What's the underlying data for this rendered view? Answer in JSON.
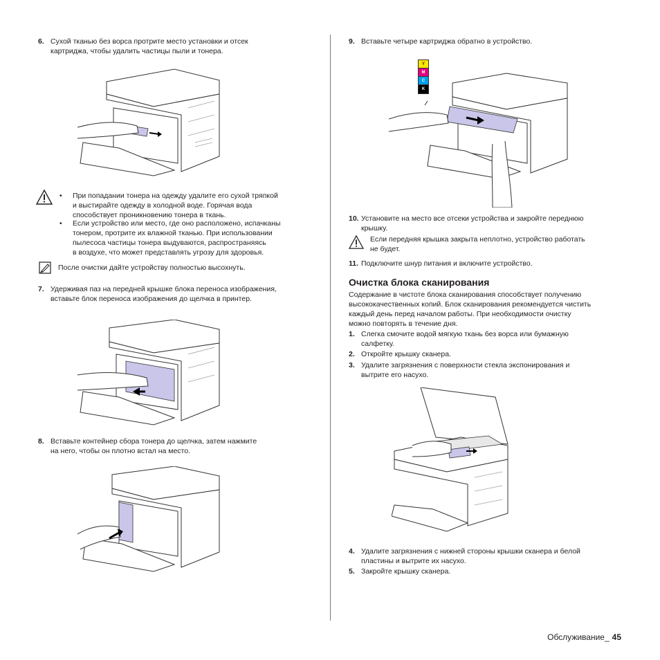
{
  "left": {
    "step6": {
      "num": "6.",
      "lines": [
        "Сухой тканью без ворса протрите место установки и отсек",
        "картриджа, чтобы удалить частицы пыли и тонера."
      ]
    },
    "warning": {
      "bullets": [
        [
          "При попадании тонера на одежду удалите его сухой тряпкой",
          "и выстирайте одежду в холодной воде. Горячая вода",
          "способствует проникновению тонера в ткань."
        ],
        [
          "Если устройство или место, где оно расположено, испачканы",
          "тонером, протрите их влажной тканью. При использовании",
          "пылесоса частицы тонера выдуваются, распространяясь",
          "в воздухе, что может представлять угрозу для здоровья."
        ]
      ]
    },
    "note": "После очистки дайте устройству полностью высохнуть.",
    "step7": {
      "num": "7.",
      "lines": [
        "Удерживая паз на передней крышке блока переноса изображения,",
        "вставьте блок переноса изображения до щелчка в принтер."
      ]
    },
    "step8": {
      "num": "8.",
      "lines": [
        "Вставьте контейнер сбора тонера до щелчка, затем нажмите",
        "на него, чтобы он плотно встал на место."
      ]
    }
  },
  "right": {
    "step9": {
      "num": "9.",
      "lines": [
        "Вставьте четыре картриджа обратно в устройство."
      ]
    },
    "toner_labels": [
      "Y",
      "M",
      "C",
      "K"
    ],
    "step10": {
      "num": "10.",
      "lines": [
        "Установите на место все отсеки устройства и закройте переднюю",
        "крышку."
      ]
    },
    "warning2": [
      "Если передняя крышка закрыта неплотно, устройство работать",
      "не будет."
    ],
    "step11": {
      "num": "11.",
      "lines": [
        "Подключите шнур питания и включите устройство."
      ]
    },
    "section_title": "Очистка блока сканирования",
    "intro": [
      "Содержание в чистоте блока сканирования способствует получению",
      "высококачественных копий. Блок сканирования рекомендуется чистить",
      "каждый день перед началом работы. При необходимости очистку",
      "можно повторять в течение дня."
    ],
    "s1": {
      "num": "1.",
      "lines": [
        "Слегка смочите водой мягкую ткань без ворса или бумажную",
        "салфетку."
      ]
    },
    "s2": {
      "num": "2.",
      "lines": [
        "Откройте крышку сканера."
      ]
    },
    "s3": {
      "num": "3.",
      "lines": [
        "Удалите загрязнения с поверхности стекла экспонирования и",
        "вытрите его насухо."
      ]
    },
    "s4": {
      "num": "4.",
      "lines": [
        "Удалите загрязнения с нижней стороны крышки сканера и белой",
        "пластины и вытрите их насухо."
      ]
    },
    "s5": {
      "num": "5.",
      "lines": [
        "Закройте крышку сканера."
      ]
    }
  },
  "footer": {
    "section": "Обслуживание_",
    "page": "45"
  },
  "colors": {
    "text": "#231f20",
    "toner_y": "#ffe600",
    "toner_m": "#e4007f",
    "toner_c": "#00a0e9",
    "toner_k": "#000000",
    "tint": "#c9c6ea"
  }
}
